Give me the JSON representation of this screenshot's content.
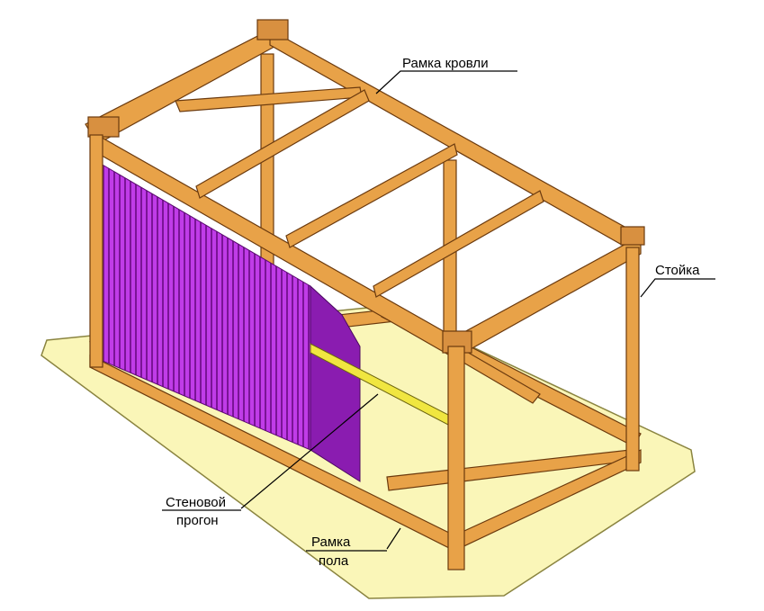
{
  "labels": {
    "roof_frame": "Рамка кровли",
    "post": "Стойка",
    "wall_purlin_line1": "Стеновой",
    "wall_purlin_line2": "прогон",
    "floor_frame_line1": "Рамка",
    "floor_frame_line2": "пола"
  },
  "colors": {
    "steel": "#E8A248",
    "steel_dark": "#B86E20",
    "steel_edge": "#6B3A0E",
    "cladding": "#C03CE8",
    "cladding_dark": "#6E0E8C",
    "purlin": "#F0E640",
    "ground": "#FAF6B8",
    "ground_edge": "#8A8440"
  }
}
